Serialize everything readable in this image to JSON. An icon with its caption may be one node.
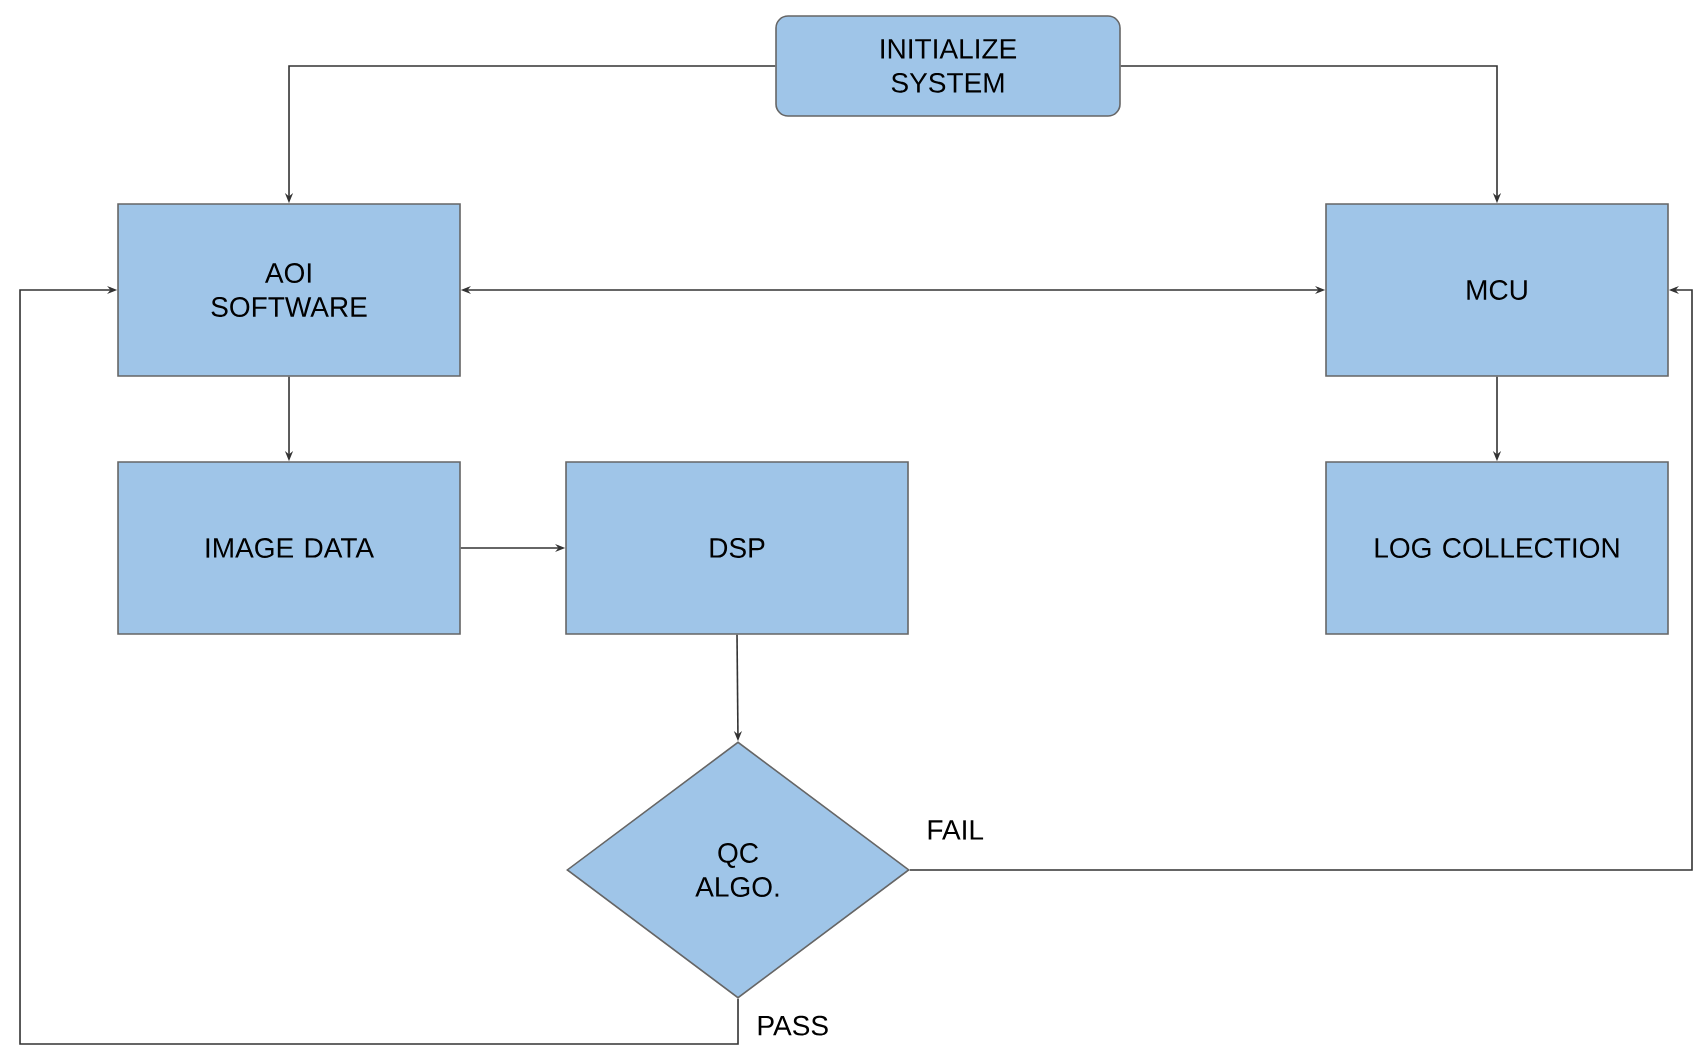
{
  "diagram": {
    "nodes": [
      {
        "text": [
          "INITIALIZE SYSTEM"
        ]
      },
      {
        "text": [
          "AOI SOFTWARE"
        ]
      },
      {
        "text": [
          "MCU"
        ]
      },
      {
        "text": [
          "IMAGE DATA"
        ]
      },
      {
        "text": [
          "DSP"
        ]
      },
      {
        "text": [
          "LOG COLLECTION"
        ]
      },
      {
        "text": [
          "QC ALGO."
        ]
      }
    ],
    "edges": [
      {
        "from": 0,
        "to": 1,
        "arrow": "to"
      },
      {
        "from": 0,
        "to": 2,
        "arrow": "to"
      },
      {
        "from": 1,
        "to": 2,
        "arrow": "both"
      },
      {
        "from": 1,
        "to": 3,
        "arrow": "to"
      },
      {
        "from": 3,
        "to": 4,
        "arrow": "to"
      },
      {
        "from": 4,
        "to": 6,
        "arrow": "to"
      },
      {
        "from": 2,
        "to": 5,
        "arrow": "to"
      },
      {
        "from": 6,
        "to": 2,
        "arrow": "to",
        "label": "FAIL"
      },
      {
        "from": 6,
        "to": 1,
        "arrow": "to",
        "label": "PASS"
      }
    ]
  }
}
